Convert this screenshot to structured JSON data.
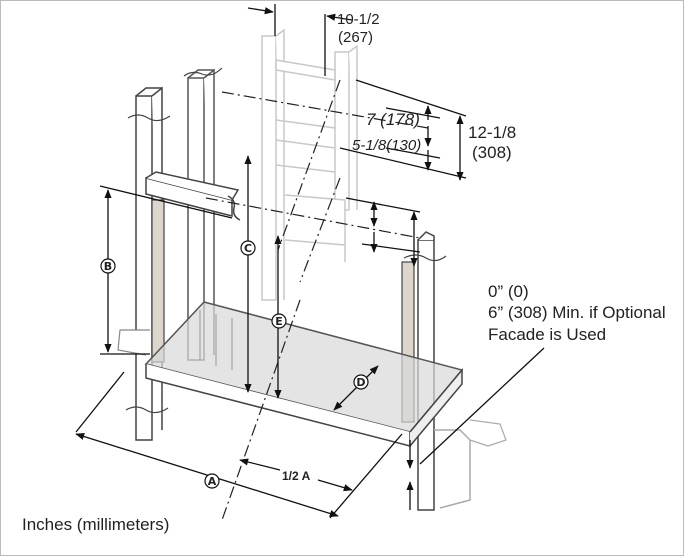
{
  "dimensions": {
    "top_width": {
      "inches": "10-1/2",
      "mm": "(267)"
    },
    "header_7": "7 (178)",
    "header_5_1_8": "5-1/8(130)",
    "header_total": {
      "inches": "12-1/8",
      "mm": "(308)"
    },
    "half_a": "1/2 A"
  },
  "clearance_note": {
    "line1": "0” (0)",
    "line2": "6” (308) Min. if Optional",
    "line3": "Facade is Used"
  },
  "markers": {
    "a": "A",
    "b": "B",
    "c": "C",
    "d": "D",
    "e": "E"
  },
  "units_label": "Inches (millimeters)"
}
